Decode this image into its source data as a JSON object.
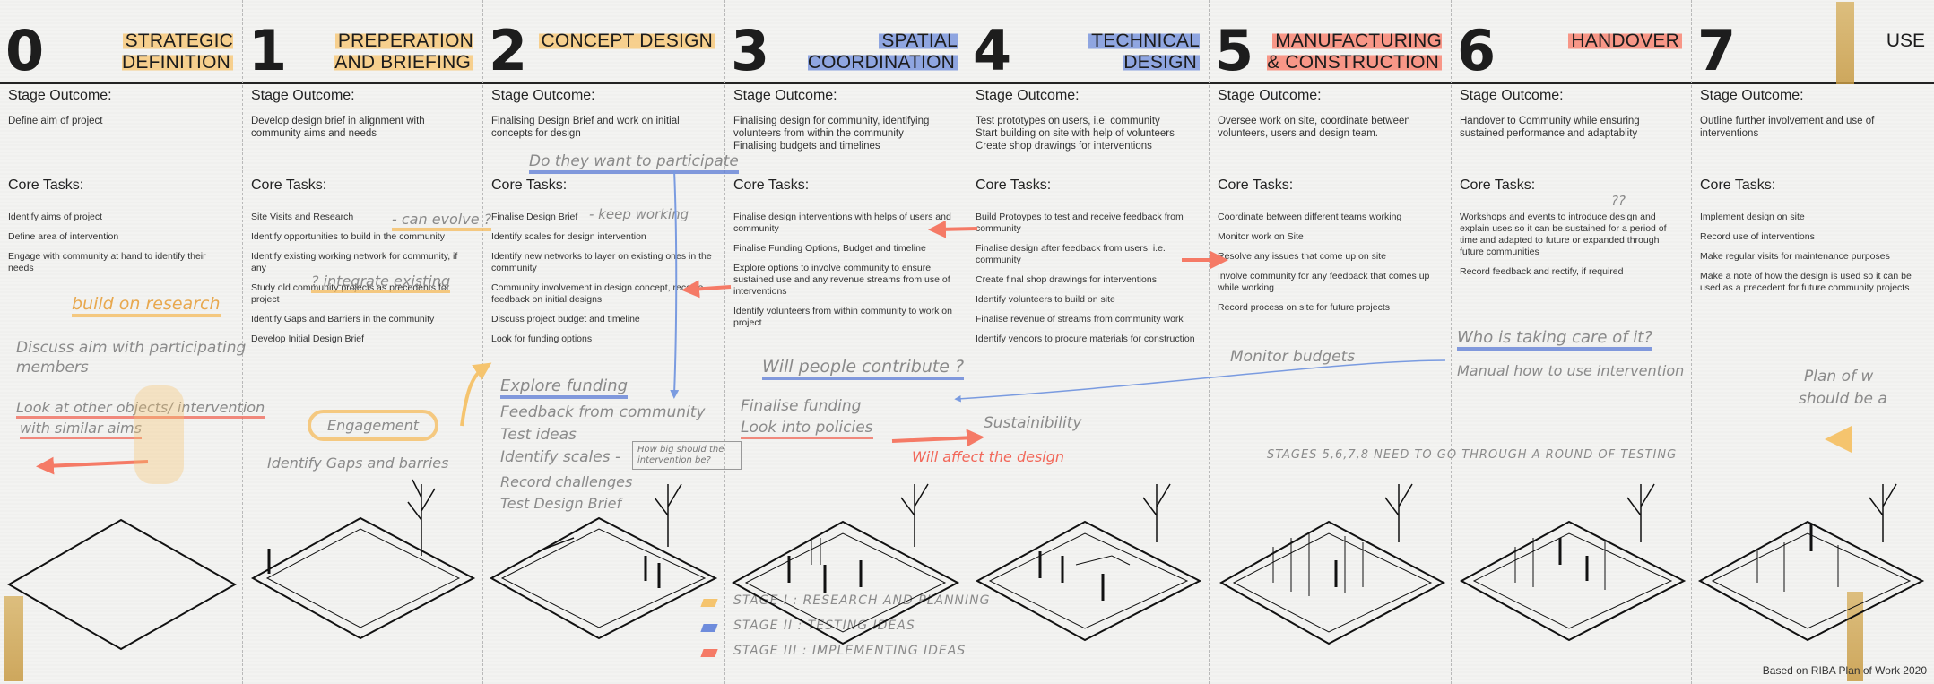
{
  "stages": [
    {
      "num": "0",
      "title": "STRATEGIC DEFINITION",
      "outcome_label": "Stage Outcome:",
      "outcome": "Define aim of project",
      "tasks_label": "Core Tasks:",
      "tasks": [
        "Identify aims of project",
        "Define area of intervention",
        "Engage with community at hand to identify their needs"
      ]
    },
    {
      "num": "1",
      "title": "PREPERATION AND BRIEFING",
      "outcome_label": "Stage Outcome:",
      "outcome": "Develop design brief in alignment with community aims and needs",
      "tasks_label": "Core Tasks:",
      "tasks": [
        "Site Visits and Research",
        "Identify opportunities to build in the community",
        "Identify existing working network for community, if any",
        "Study old community projects as precedents for project",
        "Identify Gaps and Barriers in the community",
        "Develop Initial Design Brief"
      ]
    },
    {
      "num": "2",
      "title": "CONCEPT DESIGN",
      "outcome_label": "Stage Outcome:",
      "outcome": "Finalising Design Brief and work on initial concepts for design",
      "tasks_label": "Core Tasks:",
      "tasks": [
        "Finalise Design Brief",
        "Identify scales for design intervention",
        "Identify new networks to layer on existing ones in the community",
        "Community involvement in design concept, receive feedback on initial designs",
        "Discuss project budget and timeline",
        "Look for funding options"
      ]
    },
    {
      "num": "3",
      "title": "SPATIAL COORDINATION",
      "outcome_label": "Stage Outcome:",
      "outcome": "Finalising design for community, identifying volunteers from within the community\nFinalising budgets and timelines",
      "tasks_label": "Core Tasks:",
      "tasks": [
        "Finalise design interventions  with helps of users and community",
        "Finalise Funding Options, Budget and timeline",
        "Explore options to involve community to ensure sustained use and any revenue streams from use of interventions",
        "Identify volunteers from within community to work on project"
      ]
    },
    {
      "num": "4",
      "title": "TECHNICAL DESIGN",
      "outcome_label": "Stage Outcome:",
      "outcome": "Test prototypes on users, i.e. community\nStart building on site with help of volunteers\nCreate shop drawings for interventions",
      "tasks_label": "Core Tasks:",
      "tasks": [
        "Build Protoypes to test and receive feedback from community",
        "Finalise design after feedback from users, i.e. community",
        "Create final shop drawings for interventions",
        "Identify volunteers to build on site",
        "Finalise revenue of streams from community work",
        "Identify vendors to procure materials for construction"
      ]
    },
    {
      "num": "5",
      "title": "MANUFACTURING & CONSTRUCTION",
      "outcome_label": "Stage Outcome:",
      "outcome": "Oversee work on site, coordinate between volunteers, users and design team.",
      "tasks_label": "Core Tasks:",
      "tasks": [
        "Coordinate between different teams working",
        "Monitor work on Site",
        "Resolve any issues that come up on site",
        "Involve community for any feedback that comes up while working",
        "Record process on site for future projects"
      ]
    },
    {
      "num": "6",
      "title": "HANDOVER",
      "outcome_label": "Stage Outcome:",
      "outcome": "Handover to Community while ensuring sustained performance and adaptablity",
      "tasks_label": "Core Tasks:",
      "tasks": [
        "Workshops and events to introduce design and explain uses so it can be sustained for a period of time and adapted to future or expanded through future communities",
        "Record feedback and rectify, if required"
      ]
    },
    {
      "num": "7",
      "title": "USE",
      "outcome_label": "Stage Outcome:",
      "outcome": "Outline further involvement and use of interventions",
      "tasks_label": "Core Tasks:",
      "tasks": [
        "Implement design on site",
        "Record use of interventions",
        "Make regular visits for maintenance purposes",
        "Make a note of how the design is used so it can be used as a precedent for future community projects"
      ]
    }
  ],
  "notes": {
    "build_on_research": "build on research",
    "discuss_aim": "Discuss aim with participating",
    "members": "members",
    "look_at_other": "Look at other objects/ intervention",
    "similar_aims": "with similar aims",
    "can_evolve": "- can evolve ?",
    "integrate_existing": "? integrate existing",
    "engagement": "Engagement",
    "identify_gaps": "Identify Gaps and barries",
    "do_they_want": "Do they want to participate",
    "keep_working": "- keep working",
    "explore_funding": "Explore funding",
    "feedback_from": "Feedback from community",
    "test_ideas": "Test ideas",
    "identify_scales": "Identify scales -",
    "how_big": "How big should the intervention be?",
    "record_challenges": "Record challenges",
    "test_design_brief": "Test Design Brief",
    "will_people": "Will people contribute ?",
    "finalise_funding": "Finalise funding",
    "look_into_policies": "Look into policies",
    "sustainability": "Sustainibility",
    "will_affect": "Will affect the design",
    "monitor_budgets": "Monitor budgets",
    "stages_testing": "STAGES 5,6,7,8  NEED  TO  GO  THROUGH  A  ROUND  OF  TESTING",
    "who_is_taking": "Who is taking care of it?",
    "manual_how": "Manual how to use intervention",
    "qq": "??",
    "plan_of": "Plan of w",
    "should_be": "should be a"
  },
  "legend": [
    {
      "label": "STAGE I : RESEARCH AND PLANNING",
      "color": "#f5c46e"
    },
    {
      "label": "STAGE II : TESTING IDEAS",
      "color": "#6e8cdc"
    },
    {
      "label": "STAGE III : IMPLEMENTING IDEAS",
      "color": "#f57a66"
    }
  ],
  "footer": "Based on RIBA Plan of Work 2020",
  "colors": {
    "yellow": "#f8c46d",
    "blue": "#6e8cdc",
    "red": "#fa7864"
  }
}
